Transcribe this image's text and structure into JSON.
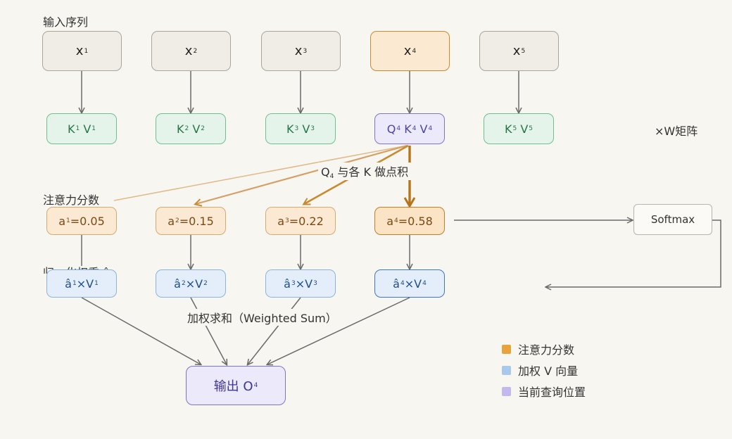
{
  "labels": {
    "input_sequence": "输入序列",
    "attention_scores": "注意力分数",
    "normalize_weight": "归一化权重 â",
    "matrix_op": "×W矩阵",
    "dot_product": "与各 K 做点积",
    "dot_query": "Q",
    "dot_query_sub": "4",
    "weighted_sum": "加权求和（Weighted Sum）"
  },
  "inputs": [
    {
      "name": "x",
      "sub": "1"
    },
    {
      "name": "x",
      "sub": "2"
    },
    {
      "name": "x",
      "sub": "3"
    },
    {
      "name": "x",
      "sub": "4"
    },
    {
      "name": "x",
      "sub": "5"
    }
  ],
  "kv": [
    {
      "k": "K",
      "ksub": "1",
      "v": "V",
      "vsub": "1"
    },
    {
      "k": "K",
      "ksub": "2",
      "v": "V",
      "vsub": "2"
    },
    {
      "k": "K",
      "ksub": "3",
      "v": "V",
      "vsub": "3"
    },
    {
      "q": "Q",
      "qsub": "4",
      "k": "K",
      "ksub": "4",
      "v": "V",
      "vsub": "4"
    },
    {
      "k": "K",
      "ksub": "5",
      "v": "V",
      "vsub": "5"
    }
  ],
  "scores": [
    {
      "name": "a",
      "sub": "1",
      "value": "=0.05"
    },
    {
      "name": "a",
      "sub": "2",
      "value": "=0.15"
    },
    {
      "name": "a",
      "sub": "3",
      "value": "=0.22"
    },
    {
      "name": "a",
      "sub": "4",
      "value": "=0.58"
    }
  ],
  "weighted": [
    {
      "w": "â",
      "wsub": "1",
      "op": "×V",
      "vsub": "1"
    },
    {
      "w": "â",
      "wsub": "2",
      "op": "×V",
      "vsub": "2"
    },
    {
      "w": "â",
      "wsub": "3",
      "op": "×V",
      "vsub": "3"
    },
    {
      "w": "â",
      "wsub": "4",
      "op": "×V",
      "vsub": "4"
    }
  ],
  "softmax": "Softmax",
  "output": {
    "text": "输出 O",
    "sub": "4"
  },
  "legend": [
    {
      "label": "注意力分数",
      "color": "#e8a33c"
    },
    {
      "label": "加权 V 向量",
      "color": "#a8c8ec"
    },
    {
      "label": "当前查询位置",
      "color": "#c4b8ef"
    }
  ]
}
